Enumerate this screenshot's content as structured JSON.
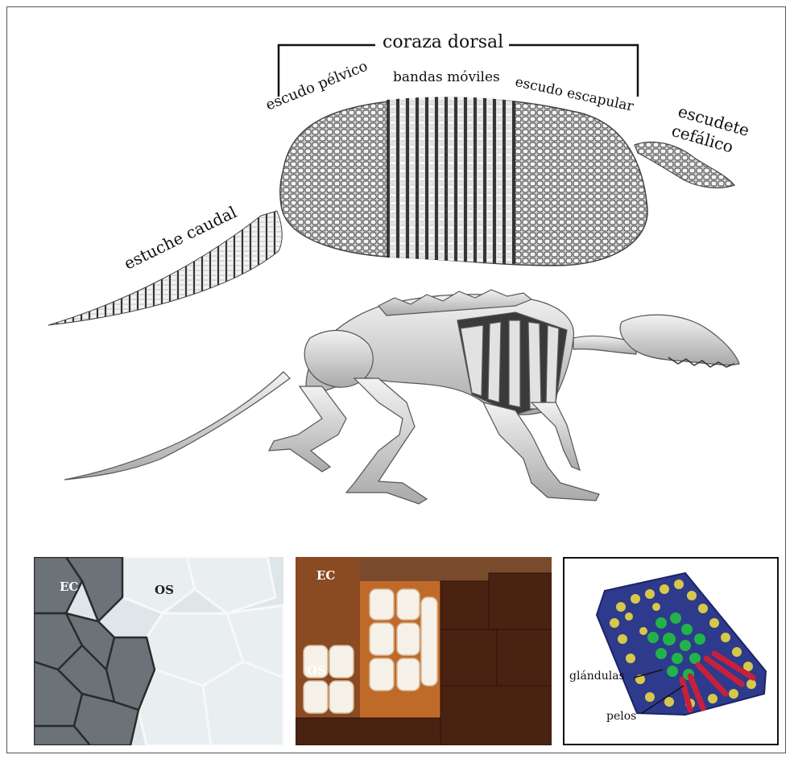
{
  "labels": {
    "coraza_dorsal": "coraza dorsal",
    "escudo_pelvico": "escudo pélvico",
    "bandas_moviles": "bandas móviles",
    "escudo_escapular": "escudo escapular",
    "escudete_line1": "escudete",
    "escudete_line2": "cefálico",
    "estuche_caudal": "estuche caudal"
  },
  "panel_left": {
    "ec": "EC",
    "os": "OS"
  },
  "panel_middle": {
    "ec": "EC",
    "os": "OS"
  },
  "panel_right": {
    "glandulas": "glándulas",
    "pelos": "pelos"
  },
  "colors": {
    "panel_right_border": "#111111",
    "scan_outline": "#2e3a8c",
    "scan_bone": "#d8c84a",
    "scan_gland": "#22b24a",
    "scan_hair": "#c8203c"
  }
}
